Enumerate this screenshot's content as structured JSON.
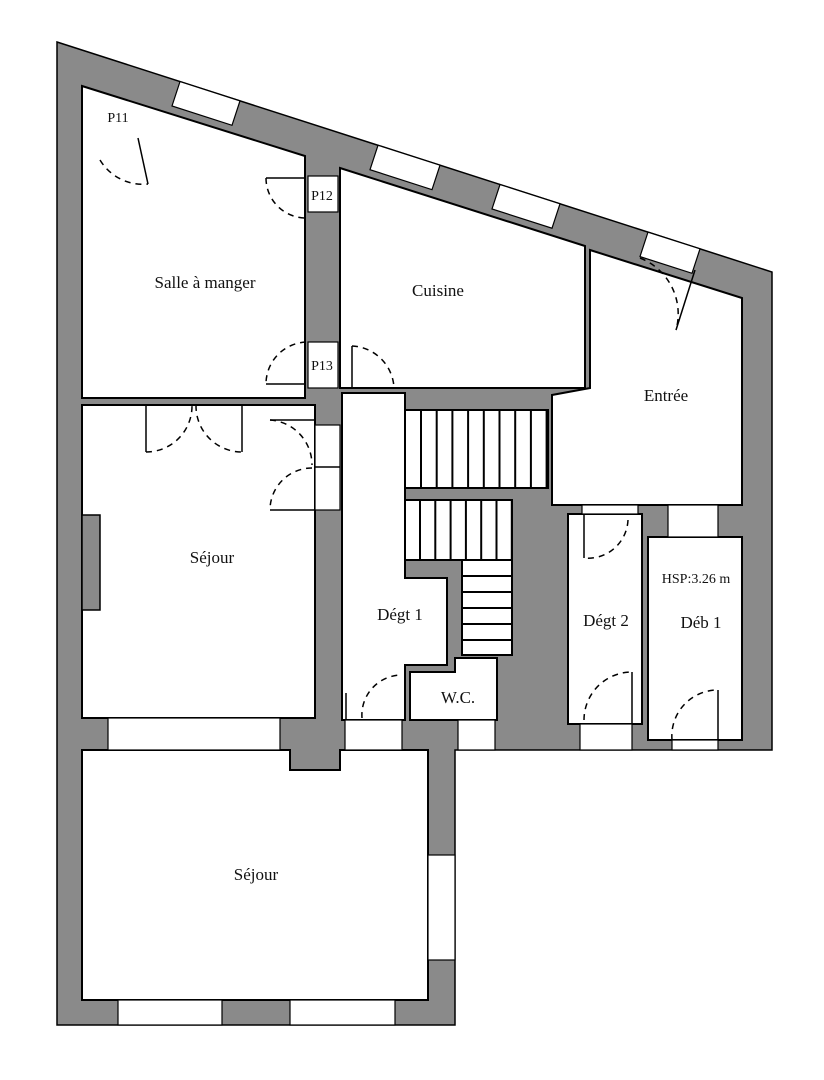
{
  "plan": {
    "wall_color": "#8a8a8a",
    "rooms": {
      "salle_a_manger": "Salle à manger",
      "cuisine": "Cuisine",
      "entree": "Entrée",
      "sejour_upper": "Séjour",
      "sejour_lower": "Séjour",
      "degt1": "Dégt 1",
      "degt2": "Dégt 2",
      "deb1": "Déb 1",
      "wc": "W.C."
    },
    "doors": {
      "p11": "P11",
      "p12": "P12",
      "p13": "P13"
    },
    "ceiling_height": "HSP:3.26 m"
  }
}
